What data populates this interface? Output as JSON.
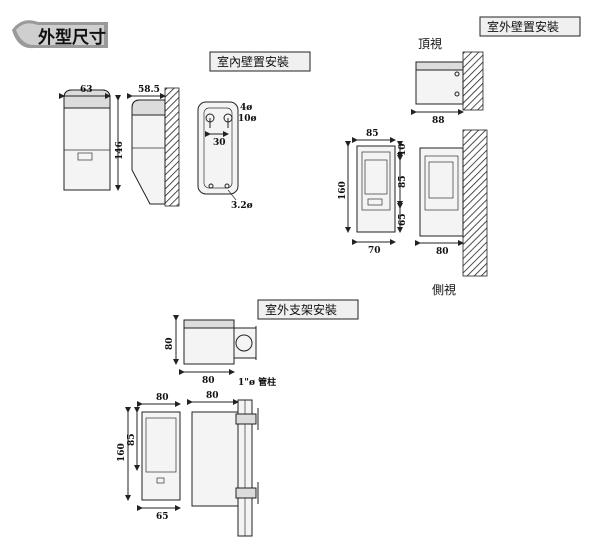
{
  "title": "外型尺寸",
  "sections": {
    "indoor_wall": "室內壁置安裝",
    "outdoor_wall": "室外壁置安裝",
    "outdoor_bracket": "室外支架安裝"
  },
  "views": {
    "top_view": "頂視",
    "side_view": "側視",
    "pipe": "1\"ø 管柱"
  },
  "dims": {
    "a63": "63",
    "a58": "58.5",
    "a146": "146",
    "a4": "4ø",
    "a10": "10ø",
    "a30": "30",
    "a32": "3.2ø",
    "b88": "88",
    "b85": "85",
    "b10": "10",
    "b160": "160",
    "b85b": "85",
    "b65": "65",
    "b70": "70",
    "b80": "80",
    "c80a": "80",
    "c80b": "80",
    "c80c": "80",
    "c80d": "80",
    "c85": "85",
    "c160": "160",
    "c65": "65"
  }
}
